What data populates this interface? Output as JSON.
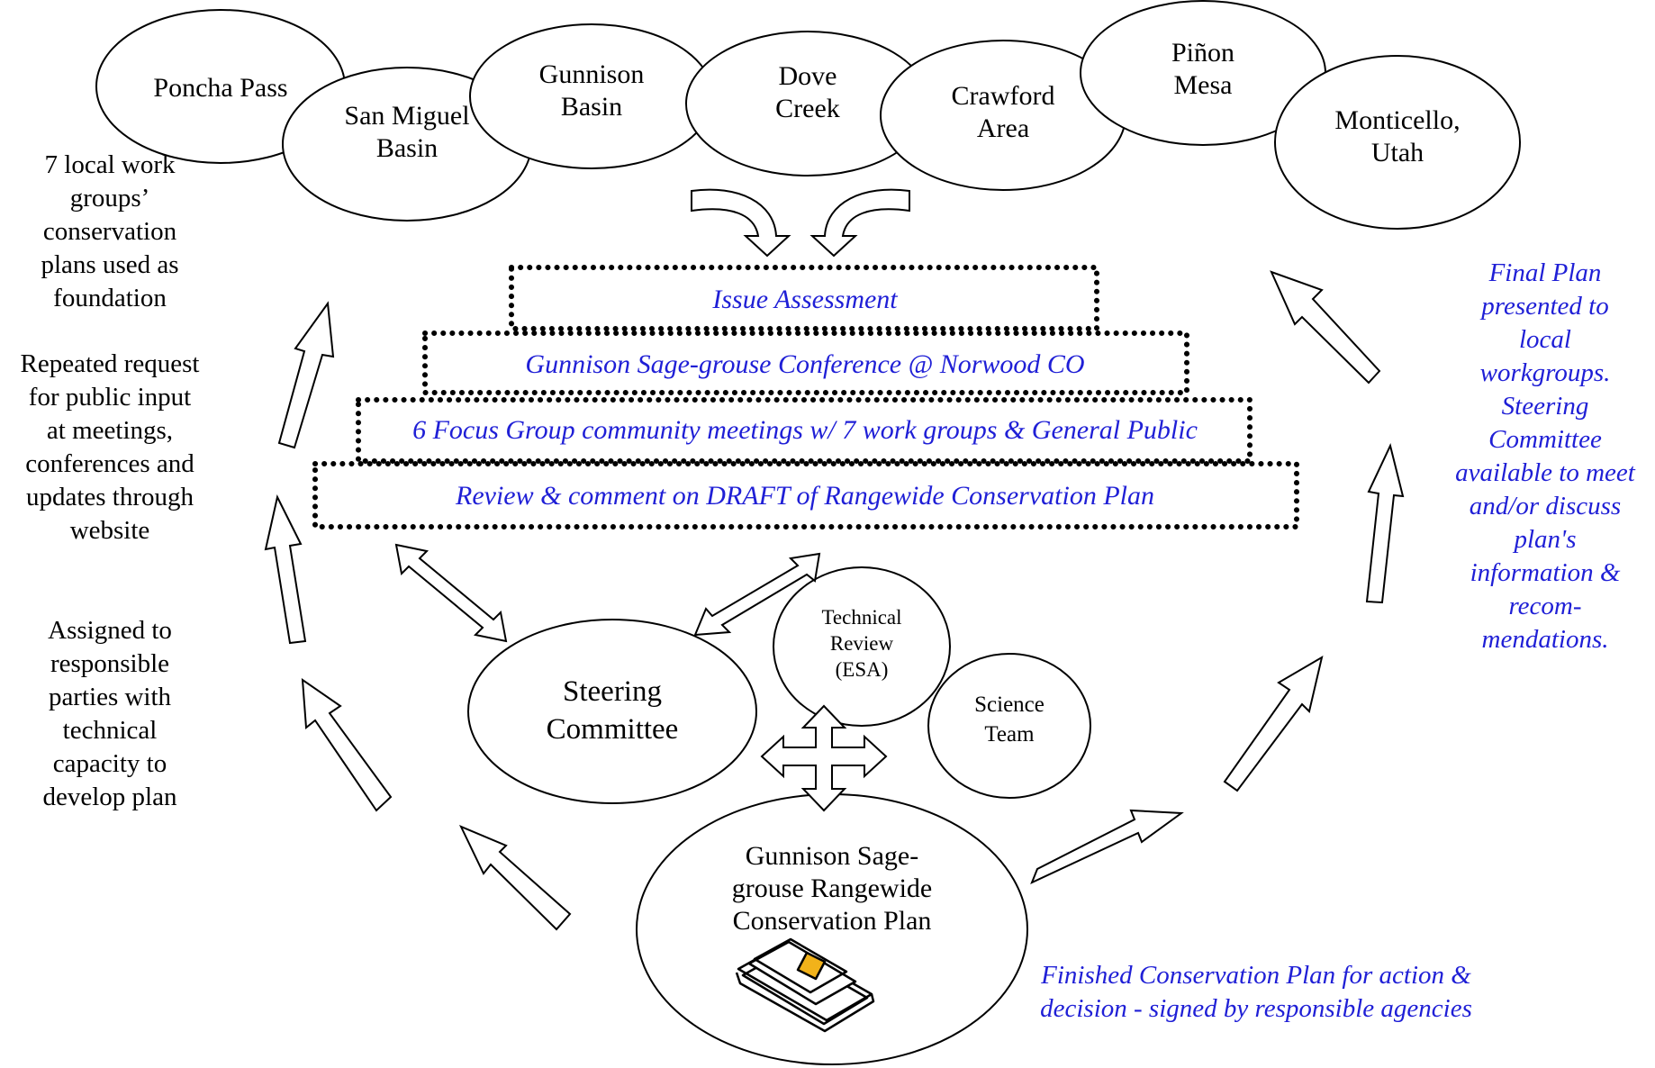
{
  "work_groups": [
    {
      "id": "poncha",
      "lines": [
        "Poncha Pass"
      ]
    },
    {
      "id": "san-miguel",
      "lines": [
        "San Miguel",
        "Basin"
      ]
    },
    {
      "id": "gunnison-basin",
      "lines": [
        "Gunnison",
        "Basin"
      ]
    },
    {
      "id": "dove-creek",
      "lines": [
        "Dove",
        "Creek"
      ]
    },
    {
      "id": "crawford",
      "lines": [
        "Crawford",
        "Area"
      ]
    },
    {
      "id": "pinon-mesa",
      "lines": [
        "Piñon",
        "Mesa"
      ]
    },
    {
      "id": "monticello",
      "lines": [
        "Monticello,",
        "Utah"
      ]
    }
  ],
  "process_steps": [
    "Issue Assessment",
    "Gunnison Sage-grouse Conference @ Norwood CO",
    "6 Focus Group community meetings w/ 7 work groups & General Public",
    "Review & comment on DRAFT of Rangewide Conservation Plan"
  ],
  "committees": {
    "steering": [
      "Steering",
      "Committee"
    ],
    "technical_review": [
      "Technical",
      "Review",
      "(ESA)"
    ],
    "science_team": [
      "Science",
      "Team"
    ]
  },
  "plan": {
    "lines": [
      "Gunnison Sage-",
      "grouse Rangewide",
      "Conservation Plan"
    ]
  },
  "left_notes": {
    "foundation": [
      "7 local work",
      "groups’",
      "conservation",
      "plans used as",
      "foundation"
    ],
    "public_input": [
      "Repeated request",
      "for public input",
      "at meetings,",
      "conferences and",
      "updates through",
      "website"
    ],
    "assigned": [
      "Assigned to",
      "responsible",
      "parties with",
      "technical",
      "capacity to",
      "develop plan"
    ]
  },
  "right_note": [
    "Final Plan",
    "presented to",
    "local",
    "workgroups.",
    "Steering",
    "Committee",
    "available to meet",
    "and/or discuss",
    "plan's",
    "information &",
    "recom-",
    "mendations."
  ],
  "bottom_note": [
    "Finished Conservation Plan for action &",
    "decision - signed by responsible agencies"
  ],
  "colors": {
    "text_blue": "#1f1fd6",
    "line": "#000000",
    "document_fill": "#f2b21a"
  }
}
